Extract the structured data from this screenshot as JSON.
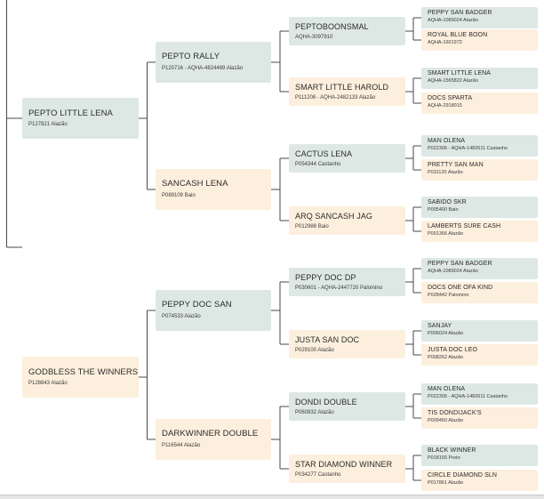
{
  "colors": {
    "male": "#dde8e4",
    "female": "#fdefdd",
    "line": "#4a4a4a"
  },
  "pedigree": {
    "sire": {
      "name": "PEPTO LITTLE LENA",
      "info": "P127821 Alazão",
      "sire": {
        "name": "PEPTO RALLY",
        "info": "P120716 - AQHA-4824469 Alazão",
        "sire": {
          "name": "PEPTOBOONSMAL",
          "info": "AQHA-3097910",
          "sire": {
            "name": "PEPPY SAN BADGER",
            "info": "AQHA-1089024 Alazão"
          },
          "dam": {
            "name": "ROYAL BLUE BOON",
            "info": "AQHA-1601972"
          }
        },
        "dam": {
          "name": "SMART LITTLE HAROLD",
          "info": "P111208 - AQHA-2482133 Alazão",
          "sire": {
            "name": "SMART LITTLE LENA",
            "info": "AQHA-1565822 Alazão"
          },
          "dam": {
            "name": "DOCS SPARTA",
            "info": "AQHA-2918015"
          }
        }
      },
      "dam": {
        "name": "SANCASH LENA",
        "info": "P089109 Baio",
        "sire": {
          "name": "CACTUS LENA",
          "info": "P054344 Castanho",
          "sire": {
            "name": "MAN OLENA",
            "info": "P022306 - AQHA-1482611 Castanho"
          },
          "dam": {
            "name": "PRETTY SAN MAN",
            "info": "P031120 Alazão"
          }
        },
        "dam": {
          "name": "ARQ SANCASH JAG",
          "info": "P012988 Baio",
          "sire": {
            "name": "SABIDO SKR",
            "info": "P005400 Baio"
          },
          "dam": {
            "name": "LAMBERTS SURE CASH",
            "info": "P001366 Alazão"
          }
        }
      }
    },
    "dam": {
      "name": "GODBLESS THE WINNERS",
      "info": "P128843 Alazão",
      "sire": {
        "name": "PEPPY DOC SAN",
        "info": "P074533 Alazão",
        "sire": {
          "name": "PEPPY DOC DP",
          "info": "P030601 - AQHA-2447720 Palomino",
          "sire": {
            "name": "PEPPY SAN BADGER",
            "info": "AQHA-1089024 Alazão"
          },
          "dam": {
            "name": "DOCS ONE OFA KIND",
            "info": "P028442 Palomino"
          }
        },
        "dam": {
          "name": "JUSTA SAN DOC",
          "info": "P029100 Alazão",
          "sire": {
            "name": "SANJAY",
            "info": "P006024 Alazão"
          },
          "dam": {
            "name": "JUSTA DOC LEO",
            "info": "P008262 Alazão"
          }
        }
      },
      "dam": {
        "name": "DARKWINNER DOUBLE",
        "info": "P116544 Alazão",
        "sire": {
          "name": "DONDI DOUBLE",
          "info": "P060832 Alazão",
          "sire": {
            "name": "MAN OLENA",
            "info": "P022306 - AQHA-1482611 Castanho"
          },
          "dam": {
            "name": "TIS DONDIJACK'S",
            "info": "P009450 Alazão"
          }
        },
        "dam": {
          "name": "STAR DIAMOND WINNER",
          "info": "P034277 Castanho",
          "sire": {
            "name": "BLACK WINNER",
            "info": "P018155 Preto"
          },
          "dam": {
            "name": "CIRCLE DIAMOND SLN",
            "info": "P017861 Alazão"
          }
        }
      }
    }
  }
}
